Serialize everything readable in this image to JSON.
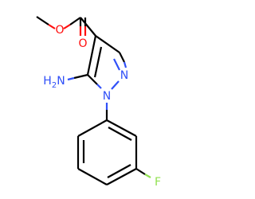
{
  "molecule": {
    "atoms": {
      "o_ether": "O",
      "o_carbonyl": "O",
      "n2": "N",
      "n1": "N",
      "amino": "H2N",
      "fluorine": "F"
    }
  },
  "colors": {
    "bond": "#000000",
    "oxygen": "#ff0d0d",
    "nitrogen": "#3050f8",
    "fluorine": "#90e050"
  }
}
